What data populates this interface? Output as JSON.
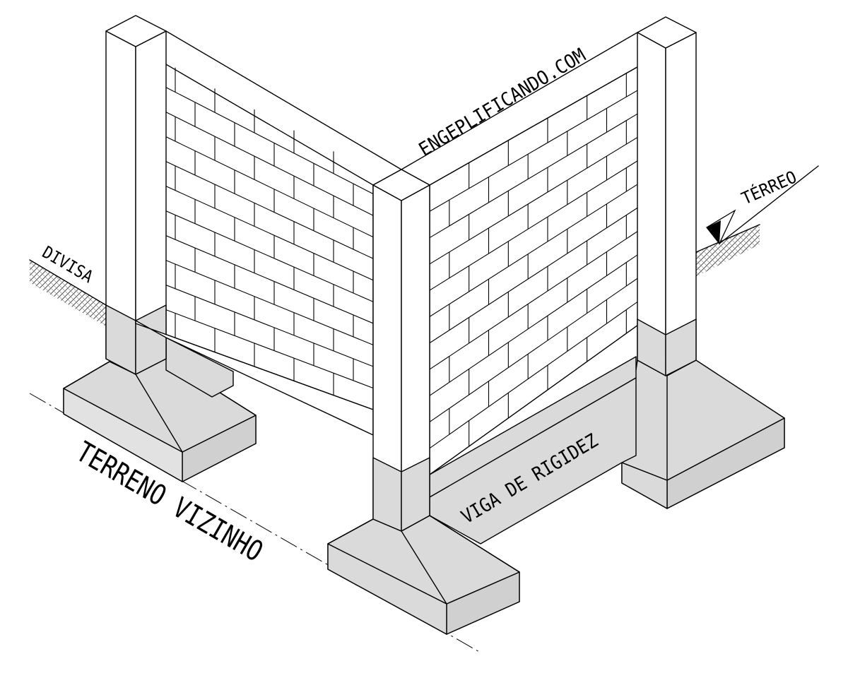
{
  "labels": {
    "website": "ENGEPLIFICANDO.COM",
    "terreo": "TÉRREO",
    "divisa": "DIVISA",
    "terreno": "TERRENO VIZINHO",
    "viga": "VIGA DE RIGIDEZ"
  },
  "colors": {
    "line": "#000000",
    "concrete": "#dadada",
    "background": "#ffffff"
  }
}
